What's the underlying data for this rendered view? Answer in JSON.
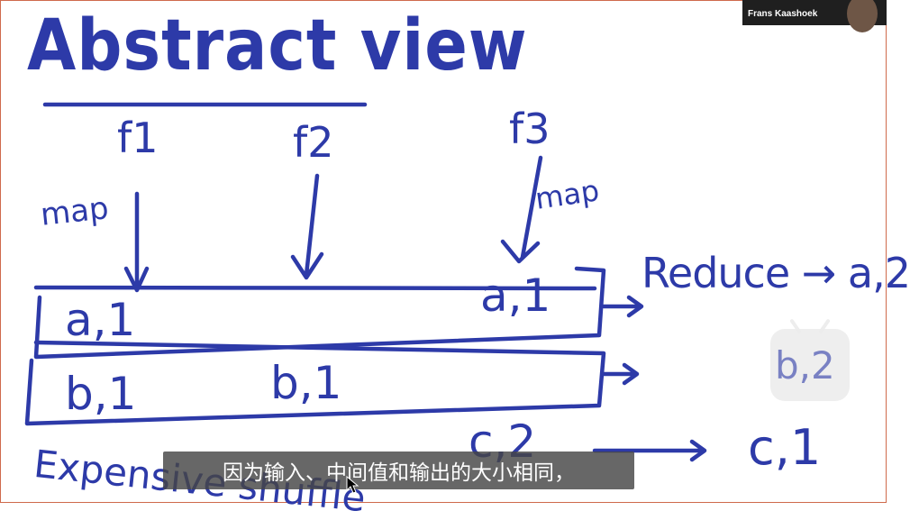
{
  "whiteboard": {
    "title": "Abstract view",
    "functions": [
      "f1",
      "f2",
      "f3"
    ],
    "map_labels": [
      "map",
      "map"
    ],
    "row_a": {
      "left": "a,1",
      "right": "a,1"
    },
    "row_b": {
      "left": "b,1",
      "middle": "b,1"
    },
    "row_c": {
      "left": "c,2"
    },
    "reduce_text": "Reduce → a,2",
    "partial_right": "b,2",
    "c_result": "c,1",
    "bottom_note": "Expensive shuffle"
  },
  "webcam": {
    "name": "Frans Kaashoek"
  },
  "subtitle": {
    "text": "因为输入、中间值和输出的大小相同，"
  },
  "colors": {
    "ink": "#2d3aa8",
    "subtitle_bg": "#464646",
    "frame": "#cf6a4c"
  },
  "icons": {
    "watermark": "bilibili-logo-icon",
    "cursor": "mouse-cursor-icon"
  }
}
